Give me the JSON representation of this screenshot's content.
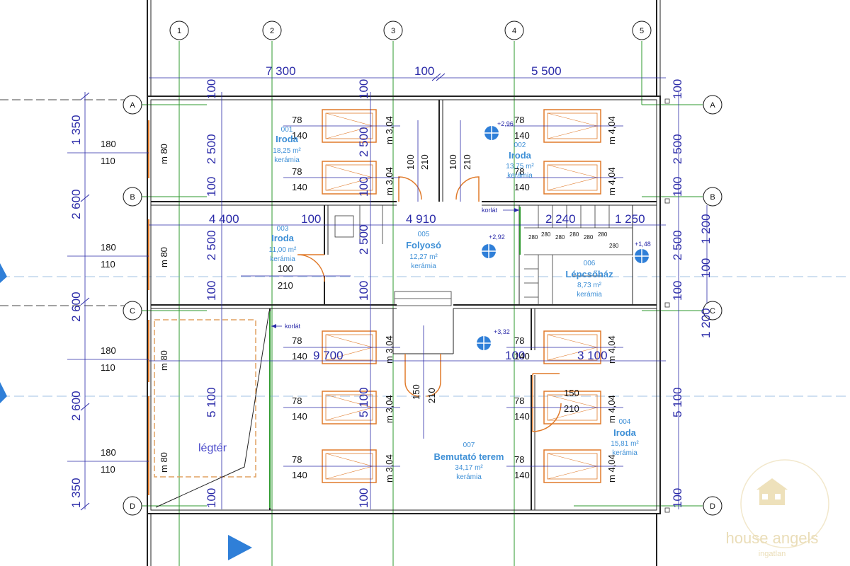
{
  "grid": {
    "columns": [
      "1",
      "2",
      "3",
      "4",
      "5"
    ],
    "rows": [
      "A",
      "B",
      "C",
      "D"
    ]
  },
  "dimensions": {
    "top": {
      "d1": "7 300",
      "d2": "100",
      "d3": "5 500"
    },
    "left_outer": {
      "d1": "1 350",
      "d2": "2 600",
      "d3": "2 600",
      "d4": "2 600",
      "d5": "1 350"
    },
    "left_inner": {
      "d1": "100",
      "d2": "2 500",
      "d3": "100",
      "d4": "2 500",
      "d5": "100",
      "d6": "5 100",
      "d7": "100"
    },
    "right": {
      "d1": "100",
      "d2": "2 500",
      "d3": "100",
      "d4": "2 500",
      "d5": "100",
      "d6": "5 100",
      "d7": "100",
      "e1": "1 200",
      "e2": "100",
      "e3": "1 200"
    },
    "mid_col3": {
      "d1": "100",
      "d2": "2 500",
      "d3": "100",
      "d4": "2 500",
      "d5": "100",
      "d6": "5 100",
      "d7": "100"
    },
    "row_b": {
      "d1": "4 400",
      "d2": "100",
      "d3": "4 910",
      "d4": "2 240",
      "d5": "1 250"
    },
    "row_c": {
      "d1": "9 700",
      "d2": "100",
      "d3": "3 100"
    }
  },
  "wall_windows": {
    "top": "180",
    "bottom": "110",
    "height_label": "m 80"
  },
  "windows": {
    "width": "78",
    "height": "140",
    "sill_304": "m 3,04",
    "sill_404": "m 4,04"
  },
  "doors": {
    "d100": "100",
    "d210": "210",
    "d150": "150"
  },
  "rooms": [
    {
      "num": "001",
      "name": "Iroda",
      "area": "18,25 m²",
      "finish": "kerámia"
    },
    {
      "num": "002",
      "name": "Iroda",
      "area": "13,75 m²",
      "finish": "kerámia"
    },
    {
      "num": "003",
      "name": "Iroda",
      "area": "11,00 m²",
      "finish": "kerámia"
    },
    {
      "num": "005",
      "name": "Folyosó",
      "area": "12,27 m²",
      "finish": "kerámia"
    },
    {
      "num": "006",
      "name": "Lépcsőház",
      "area": "8,73 m²",
      "finish": "kerámia"
    },
    {
      "num": "007",
      "name": "Bemutató terem",
      "area": "34,17 m²",
      "finish": "kerámia"
    },
    {
      "num": "004",
      "name": "Iroda",
      "area": "15,81 m²",
      "finish": "kerámia"
    }
  ],
  "levels": {
    "l1": "+2,96",
    "l2": "+2,92",
    "l3": "+1,48",
    "l4": "+3,32"
  },
  "labels": {
    "railing": "korlát",
    "void": "légtér",
    "stair_step": "280"
  },
  "watermark": {
    "line1": "house angels",
    "line2": "ingatlan"
  },
  "colors": {
    "grid": "#2e9a2e",
    "dim": "#2a2aa8",
    "room": "#3d8fd6",
    "window": "#e07a2a",
    "wall": "#222222"
  }
}
